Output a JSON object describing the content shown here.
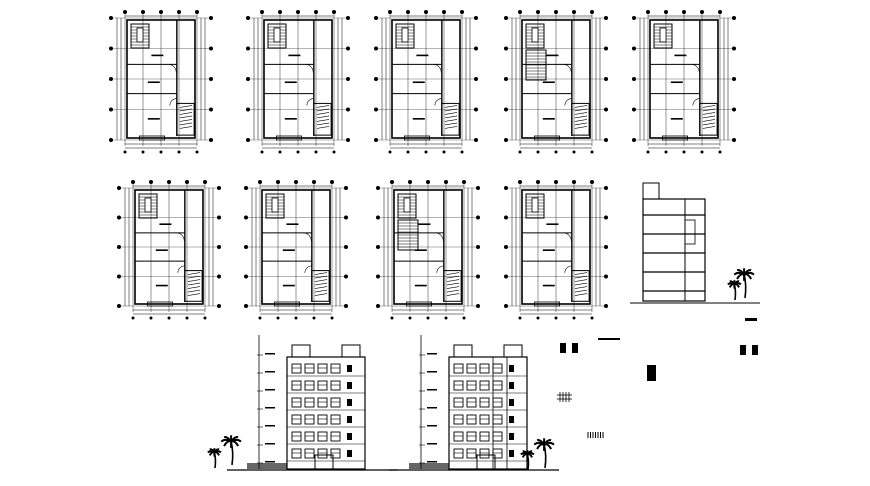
{
  "drawing": {
    "background": "#ffffff",
    "line_color": "#000000",
    "content": [
      "floor-plan",
      "side-section",
      "front-elevation",
      "rear-elevation",
      "palm-tree",
      "detail-symbols"
    ]
  }
}
